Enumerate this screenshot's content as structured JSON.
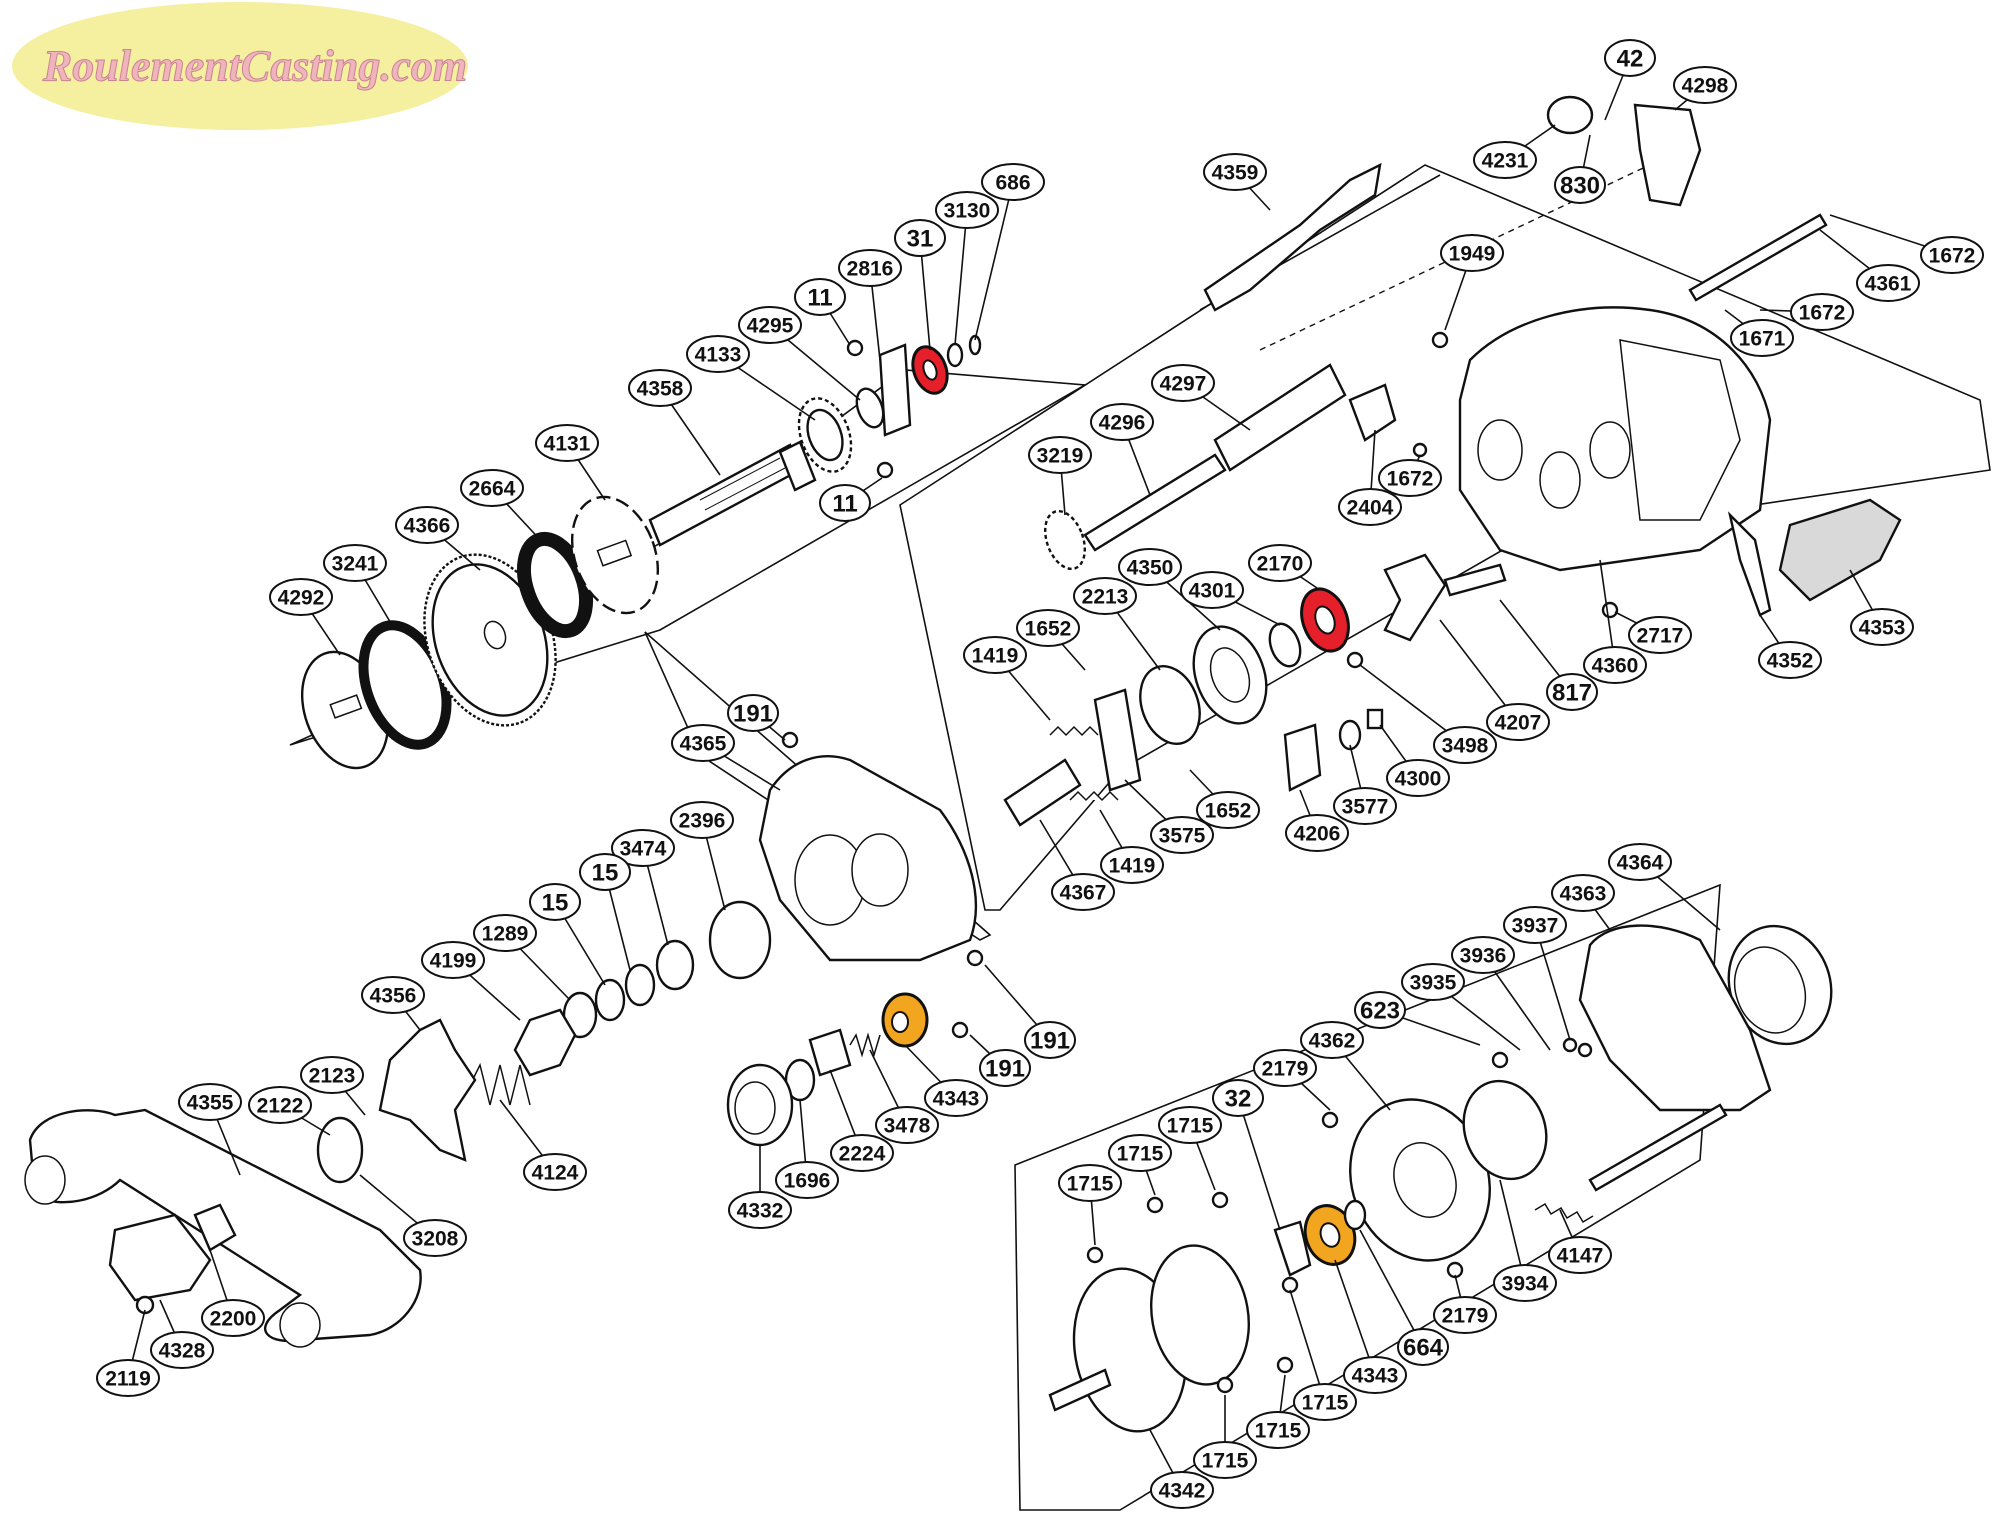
{
  "brand": {
    "logo_text": "RoulementCasting.com",
    "logo_bg_color": "#f4f0a0",
    "logo_text_color": "#f0b4be"
  },
  "highlight_colors": {
    "red_bearing": "#e6202a",
    "orange_bearing": "#f2a51f"
  },
  "parts": [
    {
      "id": "p-42",
      "label": "42"
    },
    {
      "id": "p-4298",
      "label": "4298"
    },
    {
      "id": "p-4231",
      "label": "4231"
    },
    {
      "id": "p-830",
      "label": "830"
    },
    {
      "id": "p-686",
      "label": "686"
    },
    {
      "id": "p-3130",
      "label": "3130"
    },
    {
      "id": "p-31",
      "label": "31"
    },
    {
      "id": "p-2816",
      "label": "2816"
    },
    {
      "id": "p-11a",
      "label": "11"
    },
    {
      "id": "p-4295",
      "label": "4295"
    },
    {
      "id": "p-4133",
      "label": "4133"
    },
    {
      "id": "p-4358",
      "label": "4358"
    },
    {
      "id": "p-11b",
      "label": "11"
    },
    {
      "id": "p-4131",
      "label": "4131"
    },
    {
      "id": "p-2664",
      "label": "2664"
    },
    {
      "id": "p-4366",
      "label": "4366"
    },
    {
      "id": "p-3241",
      "label": "3241"
    },
    {
      "id": "p-4292",
      "label": "4292"
    },
    {
      "id": "p-4359",
      "label": "4359"
    },
    {
      "id": "p-1949",
      "label": "1949"
    },
    {
      "id": "p-1672a",
      "label": "1672"
    },
    {
      "id": "p-4361",
      "label": "4361"
    },
    {
      "id": "p-1672b",
      "label": "1672"
    },
    {
      "id": "p-1671",
      "label": "1671"
    },
    {
      "id": "p-4297",
      "label": "4297"
    },
    {
      "id": "p-4296",
      "label": "4296"
    },
    {
      "id": "p-3219",
      "label": "3219"
    },
    {
      "id": "p-2404",
      "label": "2404"
    },
    {
      "id": "p-1672c",
      "label": "1672"
    },
    {
      "id": "p-4350",
      "label": "4350"
    },
    {
      "id": "p-2170",
      "label": "2170"
    },
    {
      "id": "p-4301",
      "label": "4301"
    },
    {
      "id": "p-2213",
      "label": "2213"
    },
    {
      "id": "p-1652a",
      "label": "1652"
    },
    {
      "id": "p-1419a",
      "label": "1419"
    },
    {
      "id": "p-2717",
      "label": "2717"
    },
    {
      "id": "p-4353",
      "label": "4353"
    },
    {
      "id": "p-4360",
      "label": "4360"
    },
    {
      "id": "p-4352",
      "label": "4352"
    },
    {
      "id": "p-817",
      "label": "817"
    },
    {
      "id": "p-4207",
      "label": "4207"
    },
    {
      "id": "p-3498",
      "label": "3498"
    },
    {
      "id": "p-4300",
      "label": "4300"
    },
    {
      "id": "p-3577",
      "label": "3577"
    },
    {
      "id": "p-4206",
      "label": "4206"
    },
    {
      "id": "p-1652b",
      "label": "1652"
    },
    {
      "id": "p-3575",
      "label": "3575"
    },
    {
      "id": "p-1419b",
      "label": "1419"
    },
    {
      "id": "p-4367",
      "label": "4367"
    },
    {
      "id": "p-191a",
      "label": "191"
    },
    {
      "id": "p-4365",
      "label": "4365"
    },
    {
      "id": "p-2396",
      "label": "2396"
    },
    {
      "id": "p-3474",
      "label": "3474"
    },
    {
      "id": "p-15a",
      "label": "15"
    },
    {
      "id": "p-15b",
      "label": "15"
    },
    {
      "id": "p-1289",
      "label": "1289"
    },
    {
      "id": "p-4199",
      "label": "4199"
    },
    {
      "id": "p-4356",
      "label": "4356"
    },
    {
      "id": "p-2123",
      "label": "2123"
    },
    {
      "id": "p-2122",
      "label": "2122"
    },
    {
      "id": "p-4355",
      "label": "4355"
    },
    {
      "id": "p-4124",
      "label": "4124"
    },
    {
      "id": "p-3208",
      "label": "3208"
    },
    {
      "id": "p-2200",
      "label": "2200"
    },
    {
      "id": "p-4328",
      "label": "4328"
    },
    {
      "id": "p-2119",
      "label": "2119"
    },
    {
      "id": "p-191b",
      "label": "191"
    },
    {
      "id": "p-191c",
      "label": "191"
    },
    {
      "id": "p-4343a",
      "label": "4343"
    },
    {
      "id": "p-3478",
      "label": "3478"
    },
    {
      "id": "p-2224",
      "label": "2224"
    },
    {
      "id": "p-1696",
      "label": "1696"
    },
    {
      "id": "p-4332",
      "label": "4332"
    },
    {
      "id": "p-4364",
      "label": "4364"
    },
    {
      "id": "p-4363",
      "label": "4363"
    },
    {
      "id": "p-3937",
      "label": "3937"
    },
    {
      "id": "p-3936",
      "label": "3936"
    },
    {
      "id": "p-3935",
      "label": "3935"
    },
    {
      "id": "p-623",
      "label": "623"
    },
    {
      "id": "p-4362",
      "label": "4362"
    },
    {
      "id": "p-2179a",
      "label": "2179"
    },
    {
      "id": "p-32",
      "label": "32"
    },
    {
      "id": "p-1715a",
      "label": "1715"
    },
    {
      "id": "p-1715b",
      "label": "1715"
    },
    {
      "id": "p-1715c",
      "label": "1715"
    },
    {
      "id": "p-3934",
      "label": "3934"
    },
    {
      "id": "p-4147",
      "label": "4147"
    },
    {
      "id": "p-2179b",
      "label": "2179"
    },
    {
      "id": "p-664",
      "label": "664"
    },
    {
      "id": "p-4343b",
      "label": "4343"
    },
    {
      "id": "p-1715d",
      "label": "1715"
    },
    {
      "id": "p-1715e",
      "label": "1715"
    },
    {
      "id": "p-1715f",
      "label": "1715"
    },
    {
      "id": "p-4342",
      "label": "4342"
    }
  ]
}
